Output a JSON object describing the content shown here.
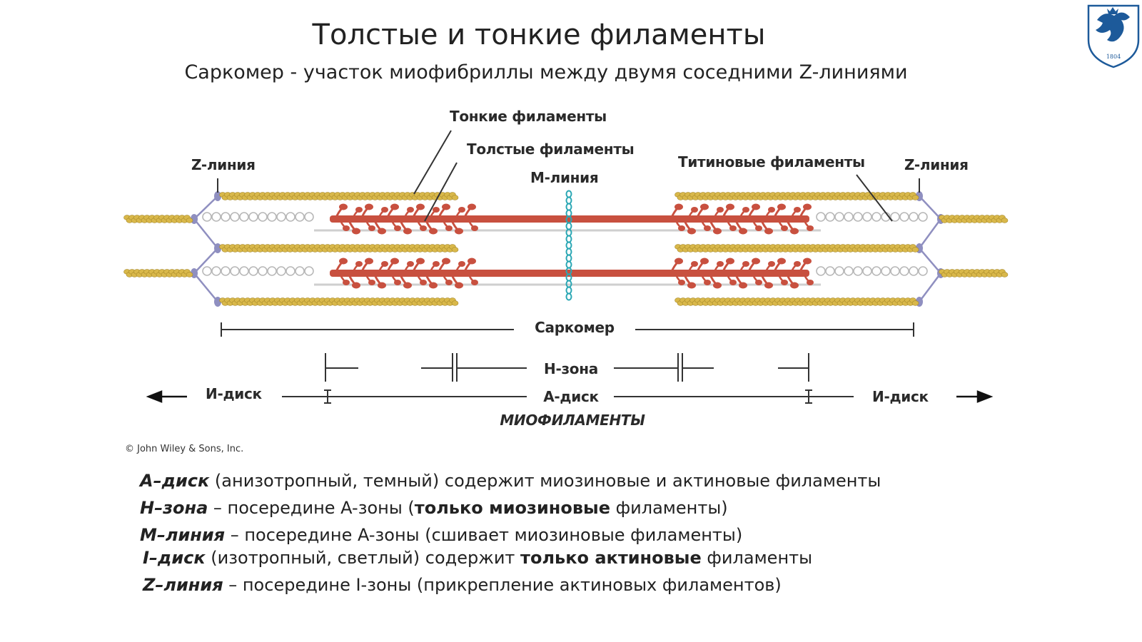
{
  "header": {
    "title": "Толстые и тонкие филаменты",
    "subtitle": "Саркомер - участок миофибриллы между двумя соседними Z-линиями"
  },
  "logo": {
    "year": "1804",
    "name": "university-emblem"
  },
  "diagram": {
    "labels": {
      "thin_filaments": "Тонкие филаменты",
      "thick_filaments": "Толстые филаменты",
      "z_line_left": "Z-линия",
      "m_line": "M-линия",
      "titin_filaments": "Титиновые филаменты",
      "z_line_right": "Z-линия",
      "sarcomere": "Саркомер",
      "h_zone": "H-зона",
      "i_disc_left": "И-диск",
      "a_disc": "A-диск",
      "i_disc_right": "И-диск",
      "myofilaments": "МИОФИЛАМЕНТЫ"
    },
    "colors": {
      "actin": "#d9b84a",
      "myosin": "#c8503f",
      "titin": "#b8b8b8",
      "z_line": "#8f8fc0",
      "m_line": "#2aa7b4"
    }
  },
  "copyright": "© John Wiley & Sons, Inc.",
  "notes": [
    {
      "term": "A–диск",
      "before": " (анизотропный, темный) содержит миозиновые и актиновые филаменты",
      "bold": "",
      "after": ""
    },
    {
      "term": "H–зона",
      "before": " – посередине A-зоны (",
      "bold": "только миозиновые",
      "after": " филаменты)"
    },
    {
      "term": "M–линия",
      "before": " – посередине A-зоны (сшивает миозиновые филаменты)",
      "bold": "",
      "after": ""
    },
    {
      "term": "I–диск",
      "before": " (изотропный, светлый) содержит ",
      "bold": "только актиновые",
      "after": " филаменты"
    },
    {
      "term": "Z–линия",
      "before": " – посередине I-зоны (прикрепление актиновых филаментов)",
      "bold": "",
      "after": ""
    }
  ]
}
